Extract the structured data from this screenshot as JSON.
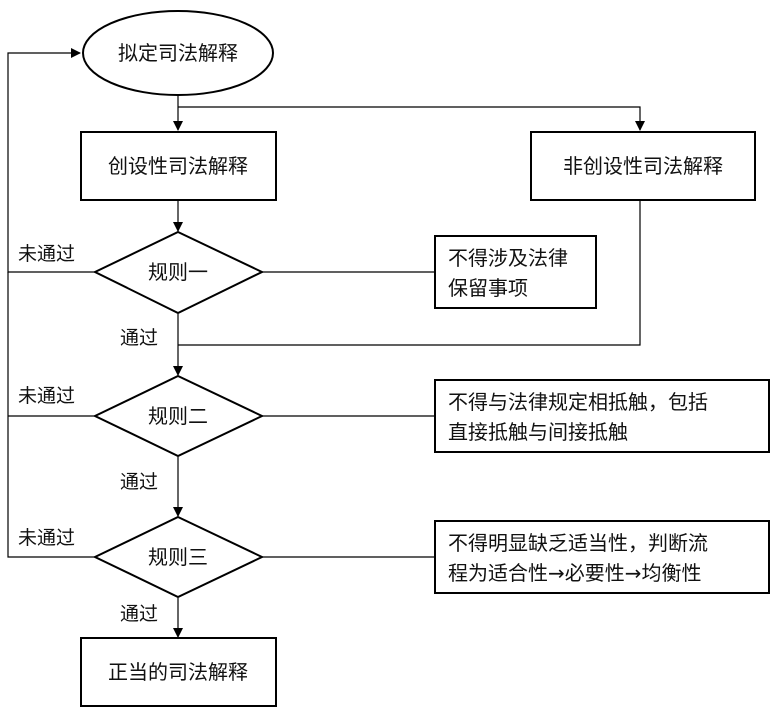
{
  "nodes": {
    "start": "拟定司法解释",
    "creative": "创设性司法解释",
    "non_creative": "非创设性司法解释",
    "rule1": "规则一",
    "rule2": "规则二",
    "rule3": "规则三",
    "note1_line1": "不得涉及法律",
    "note1_line2": "保留事项",
    "note2_line1": "不得与法律规定相抵触，包括",
    "note2_line2": "直接抵触与间接抵触",
    "note3_line1": "不得明显缺乏适当性，判断流",
    "note3_line2": "程为适合性→必要性→均衡性",
    "end": "正当的司法解释"
  },
  "labels": {
    "fail": "未通过",
    "pass": "通过"
  }
}
